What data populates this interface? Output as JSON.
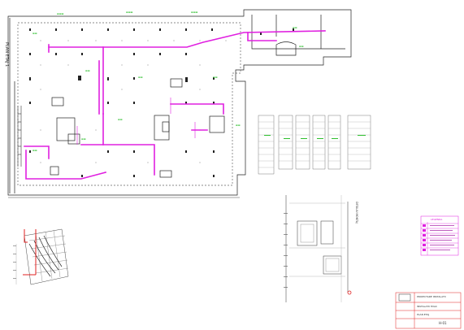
{
  "drawing": {
    "plan_title": "PLAN ETAJ 1",
    "legend_title": "LEGENDA",
    "title_block_company": "PROIECTARE INSTALATII",
    "title_block_project": "INSTALATII HVAC",
    "title_block_sheet": "PLAN ETAJ",
    "title_block_number": "H-01",
    "section_title": "DETALIU MONTAJ"
  },
  "colors": {
    "duct": "#e020e0",
    "label_green": "#2fbf2f",
    "wall": "#222222",
    "red": "#e02020"
  },
  "icons": [
    "north-arrow-icon"
  ]
}
